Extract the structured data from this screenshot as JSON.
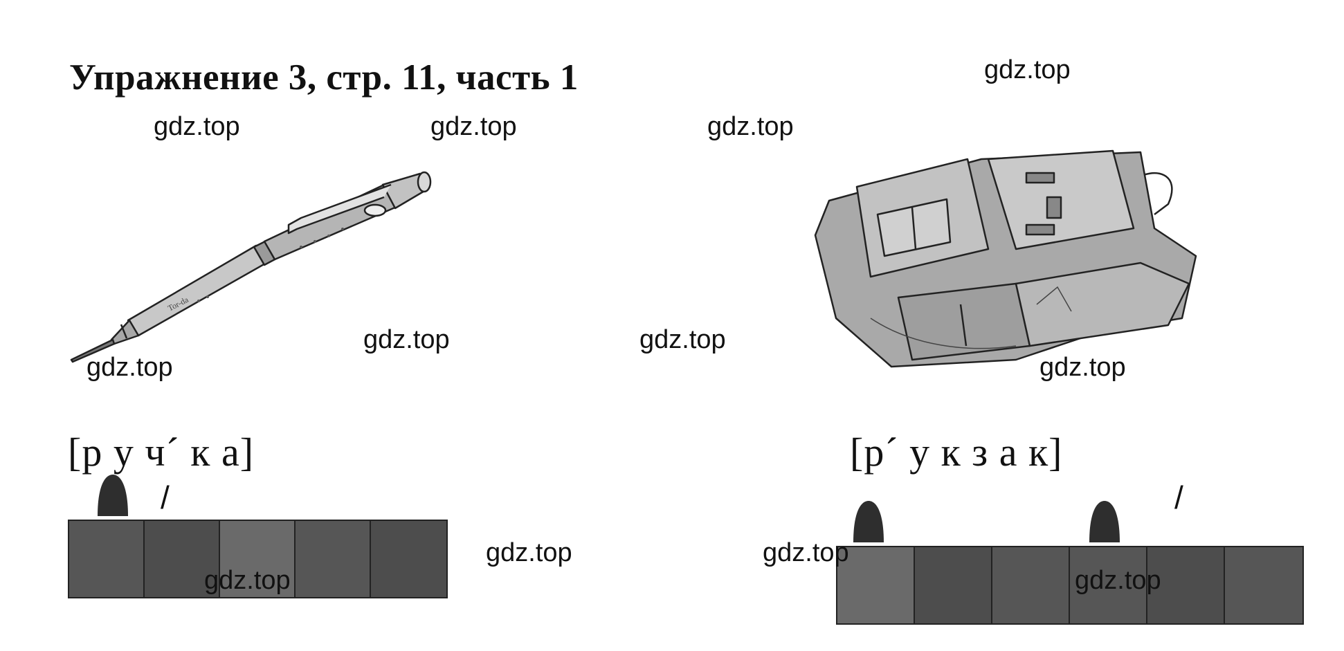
{
  "title": "Упражнение 3, стр. 11, часть 1",
  "watermark_text": "gdz.top",
  "illustrations": {
    "left": {
      "icon": "mechanical-pencil-icon"
    },
    "right": {
      "icon": "backpack-icon"
    }
  },
  "words": [
    {
      "transcription": "[р у ч´ к а]",
      "stress_mark": "/",
      "cells": [
        "consonant",
        "consonant",
        "vowel",
        "consonant",
        "consonant"
      ],
      "vowel_marks": 1
    },
    {
      "transcription": "[р´ у к з а к]",
      "stress_mark": "/",
      "cells": [
        "vowel",
        "consonant",
        "consonant",
        "vowel",
        "consonant",
        "consonant"
      ],
      "vowel_marks": 2
    }
  ],
  "colors": {
    "cell_dark": "#4d4d4d",
    "cell_light": "#6a6a6a",
    "vowel_mark": "#2e2e2e"
  }
}
